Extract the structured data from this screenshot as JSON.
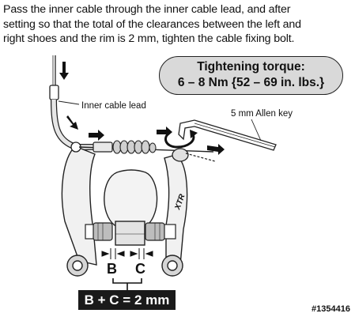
{
  "instruction": {
    "lines": [
      "Pass the inner cable through the inner cable lead, and after",
      "setting so that the total of the clearances between the left and",
      "right shoes and the rim is 2 mm, tighten the cable fixing bolt."
    ]
  },
  "torque": {
    "line1": "Tightening torque:",
    "line2": "6 – 8 Nm {52 – 69 in. lbs.}"
  },
  "labels": {
    "inner_cable_lead": "Inner cable lead",
    "allen_key": "5 mm Allen key",
    "brand": "XTR"
  },
  "clearance": {
    "b": "B",
    "c": "C",
    "result": "B + C = 2 mm"
  },
  "figure_id": "#1354416"
}
